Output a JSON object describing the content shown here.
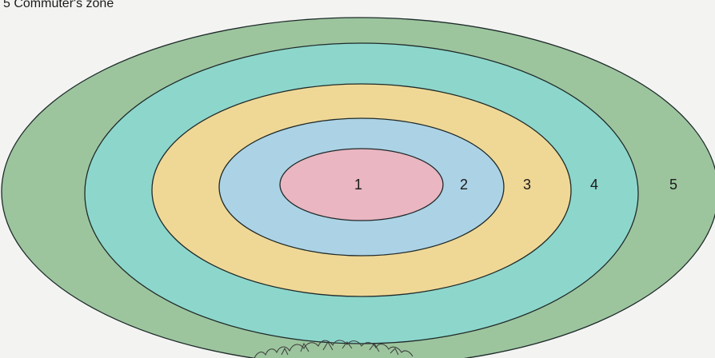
{
  "caption": "5  Commuter's zone",
  "zones": [
    {
      "label": "5",
      "color": "#9cc59e"
    },
    {
      "label": "4",
      "color": "#8dd6cb"
    },
    {
      "label": "3",
      "color": "#efd896"
    },
    {
      "label": "2",
      "color": "#acd2e5"
    },
    {
      "label": "1",
      "color": "#e9b6c1"
    }
  ]
}
